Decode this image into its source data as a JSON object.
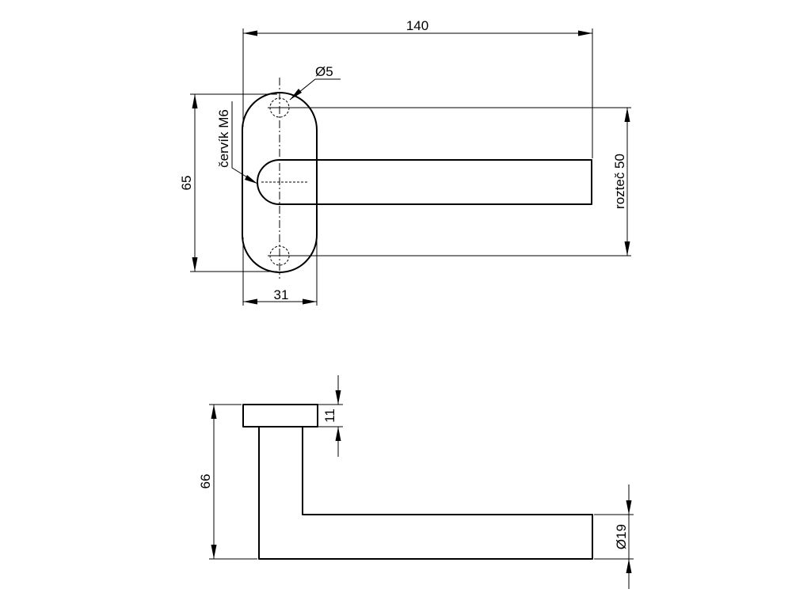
{
  "top_view": {
    "length_dim": "140",
    "hole_dim": "Ø5",
    "height_dim": "65",
    "width_dim": "31",
    "screw_label": "červík M6",
    "spacing_label": "rozteč 50"
  },
  "side_view": {
    "rose_thickness_dim": "11",
    "height_dim": "66",
    "lever_diameter_dim": "Ø19"
  }
}
